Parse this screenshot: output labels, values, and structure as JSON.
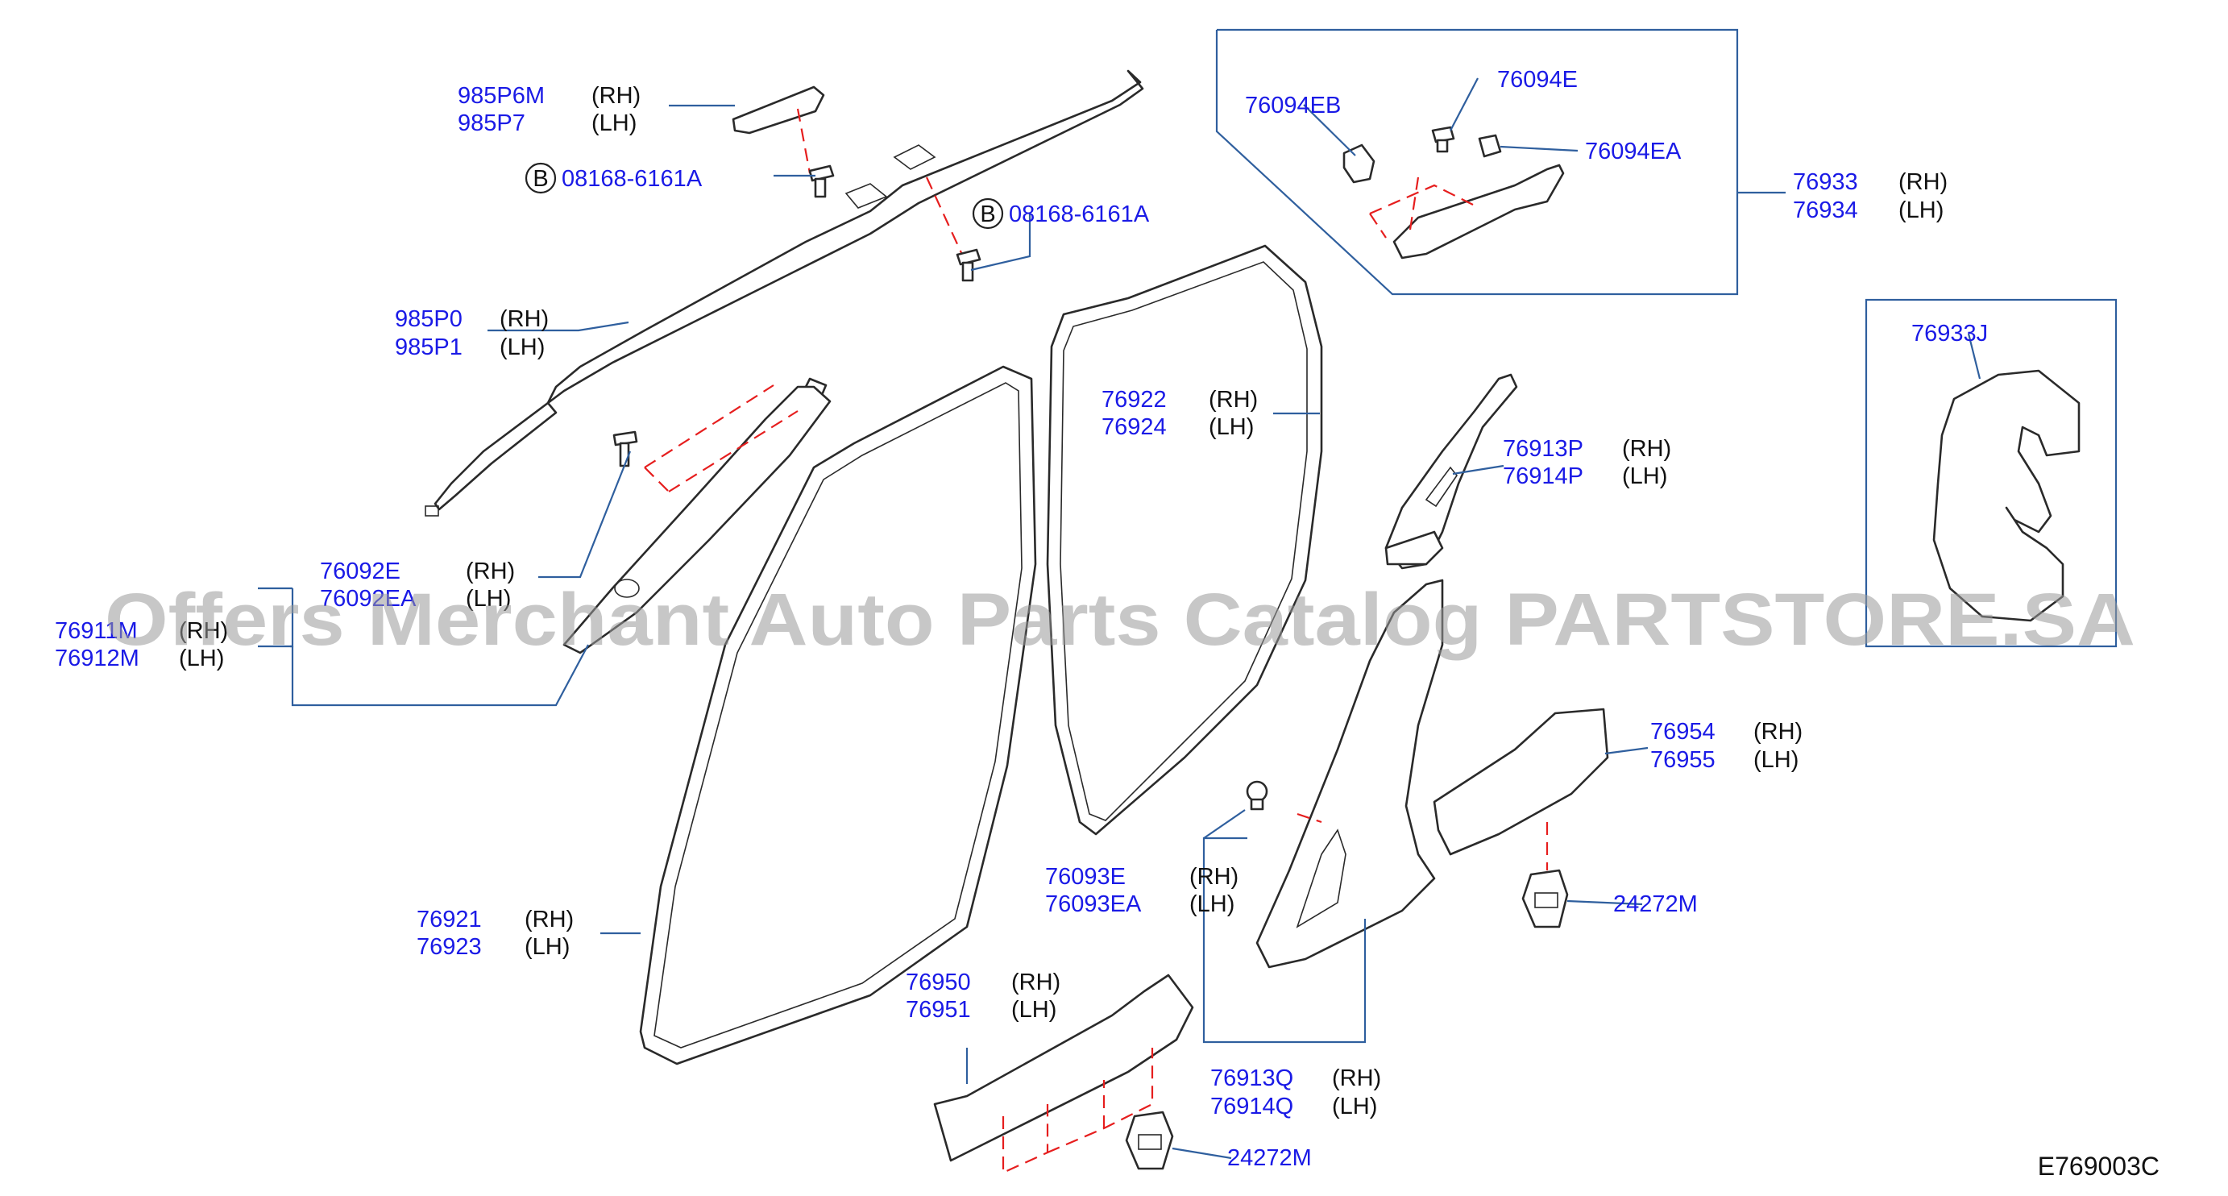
{
  "diagram_code": "E769003C",
  "watermark": "Offers Merchant Auto Parts Catalog PARTSTORE.SA",
  "colors": {
    "part_number": "#1a1ae6",
    "leader": "#2f5f9e",
    "dashed_guide": "#e61e1e",
    "outline": "#2a2a2a"
  },
  "callouts": {
    "c985P6M": {
      "pn": [
        "985P6M",
        "985P7"
      ],
      "side": [
        "(RH)",
        "(LH)"
      ]
    },
    "cB1": {
      "badge": "B",
      "pn": "08168-6161A"
    },
    "cB2": {
      "badge": "B",
      "pn": "08168-6161A"
    },
    "c985P0": {
      "pn": [
        "985P0",
        "985P1"
      ],
      "side": [
        "(RH)",
        "(LH)"
      ]
    },
    "c76092E": {
      "pn": [
        "76092E",
        "76092EA"
      ],
      "side": [
        "(RH)",
        "(LH)"
      ]
    },
    "c76911M": {
      "pn": [
        "76911M",
        "76912M"
      ],
      "side": [
        "(RH)",
        "(LH)"
      ]
    },
    "c76921": {
      "pn": [
        "76921",
        "76923"
      ],
      "side": [
        "(RH)",
        "(LH)"
      ]
    },
    "c76922": {
      "pn": [
        "76922",
        "76924"
      ],
      "side": [
        "(RH)",
        "(LH)"
      ]
    },
    "c76094EB": {
      "pn": "76094EB"
    },
    "c76094E": {
      "pn": "76094E"
    },
    "c76094EA": {
      "pn": "76094EA"
    },
    "c76933": {
      "pn": [
        "76933",
        "76934"
      ],
      "side": [
        "(RH)",
        "(LH)"
      ]
    },
    "c76933J": {
      "pn": "76933J"
    },
    "c76913P": {
      "pn": [
        "76913P",
        "76914P"
      ],
      "side": [
        "(RH)",
        "(LH)"
      ]
    },
    "c76954": {
      "pn": [
        "76954",
        "76955"
      ],
      "side": [
        "(RH)",
        "(LH)"
      ]
    },
    "c24272M_a": {
      "pn": "24272M"
    },
    "c76093E": {
      "pn": [
        "76093E",
        "76093EA"
      ],
      "side": [
        "(RH)",
        "(LH)"
      ]
    },
    "c76950": {
      "pn": [
        "76950",
        "76951"
      ],
      "side": [
        "(RH)",
        "(LH)"
      ]
    },
    "c76913Q": {
      "pn": [
        "76913Q",
        "76914Q"
      ],
      "side": [
        "(RH)",
        "(LH)"
      ]
    },
    "c24272M_b": {
      "pn": "24272M"
    }
  }
}
